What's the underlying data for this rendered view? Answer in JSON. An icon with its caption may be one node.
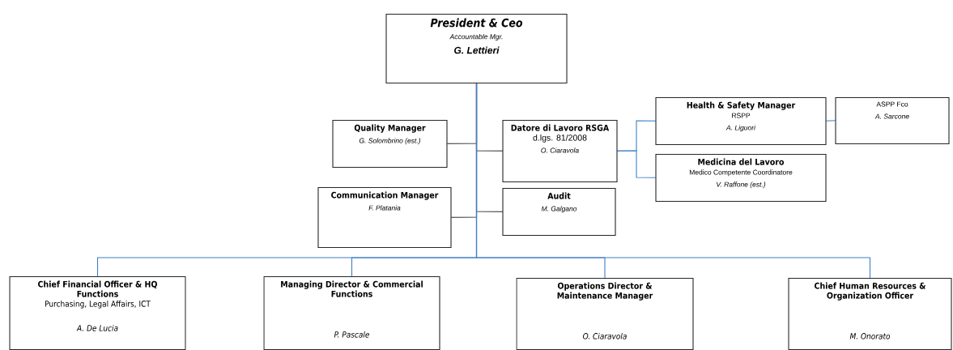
{
  "diagram": {
    "nodes": [
      {
        "text": [
          "President & Ceo",
          "Accountable Mgr.",
          "G. Lettieri"
        ]
      },
      {
        "text": [
          "Quality Manager",
          "G. Solombrino (est.)"
        ]
      },
      {
        "text": [
          "Datore di Lavoro RSGA",
          "d.lgs. 81/2008",
          "O. Ciaravola"
        ]
      },
      {
        "text": [
          "Health & Safety Manager",
          "RSPP",
          "A. Liguori"
        ]
      },
      {
        "text": [
          "ASPP Fco",
          "A. Sarcone"
        ]
      },
      {
        "text": [
          "Medicina del Lavoro",
          "Medico Competente Coordinatore",
          "V. Raffone (est.)"
        ]
      },
      {
        "text": [
          "Communication Manager",
          "F. Platania"
        ]
      },
      {
        "text": [
          "Audit",
          "M. Galgano"
        ]
      },
      {
        "text": [
          "Chief Financial Officer & HQ Functions",
          "Purchasing, Legal Affairs, ICT",
          "A. De Lucia"
        ]
      },
      {
        "text": [
          "Managing Director & Commercial Functions",
          "P. Pascale"
        ]
      },
      {
        "text": [
          "Operations Director & Maintenance Manager",
          "O. Ciaravola"
        ]
      },
      {
        "text": [
          "Chief Human Resources & Organization Officer",
          "M. Onorato"
        ]
      }
    ],
    "edges": [
      {
        "from": 0,
        "to": 1,
        "arrow": "none",
        "color": "#222222"
      },
      {
        "from": 0,
        "to": 2,
        "arrow": "none",
        "color": "#222222"
      },
      {
        "from": 2,
        "to": 3,
        "arrow": "none",
        "color": "#3f7fc6"
      },
      {
        "from": 3,
        "to": 4,
        "arrow": "none",
        "color": "#3f7fc6"
      },
      {
        "from": 2,
        "to": 5,
        "arrow": "none",
        "color": "#3f7fc6"
      },
      {
        "from": 0,
        "to": 6,
        "arrow": "none",
        "color": "#222222"
      },
      {
        "from": 0,
        "to": 7,
        "arrow": "none",
        "color": "#222222"
      },
      {
        "from": 0,
        "to": 8,
        "arrow": "none",
        "color": "#3f7fc6"
      },
      {
        "from": 0,
        "to": 9,
        "arrow": "none",
        "color": "#3f7fc6"
      },
      {
        "from": 0,
        "to": 10,
        "arrow": "none",
        "color": "#3f7fc6"
      },
      {
        "from": 0,
        "to": 11,
        "arrow": "none",
        "color": "#3f7fc6"
      }
    ]
  }
}
